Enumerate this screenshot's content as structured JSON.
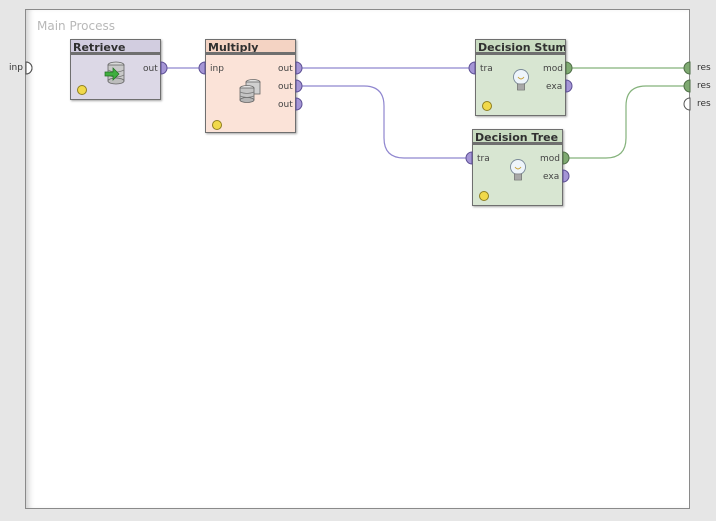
{
  "process": {
    "title": "Main Process"
  },
  "operators": {
    "retrieve": {
      "title": "Retrieve",
      "ports_out": [
        "out"
      ],
      "icon": "database-retrieve-icon",
      "color": "#dcd8e6"
    },
    "multiply": {
      "title": "Multiply",
      "ports_in": [
        "inp"
      ],
      "ports_out": [
        "out",
        "out",
        "out"
      ],
      "icon": "database-stack-icon",
      "color": "#fbe3d8"
    },
    "decision_stump": {
      "title": "Decision Stump",
      "ports_in": [
        "tra"
      ],
      "ports_out": [
        "mod",
        "exa"
      ],
      "icon": "lightbulb-icon",
      "color": "#d8e6d2"
    },
    "decision_tree": {
      "title": "Decision Tree",
      "ports_in": [
        "tra"
      ],
      "ports_out": [
        "mod",
        "exa"
      ],
      "icon": "lightbulb-icon",
      "color": "#d8e6d2"
    }
  },
  "external_ports": {
    "input": [
      "inp"
    ],
    "results": [
      "res",
      "res",
      "res"
    ]
  },
  "colors": {
    "port_data": "#a596d6",
    "port_model": "#7faa72",
    "wire_data": "#8f86cf",
    "wire_model": "#84b27b",
    "status": "#f1d94a"
  }
}
